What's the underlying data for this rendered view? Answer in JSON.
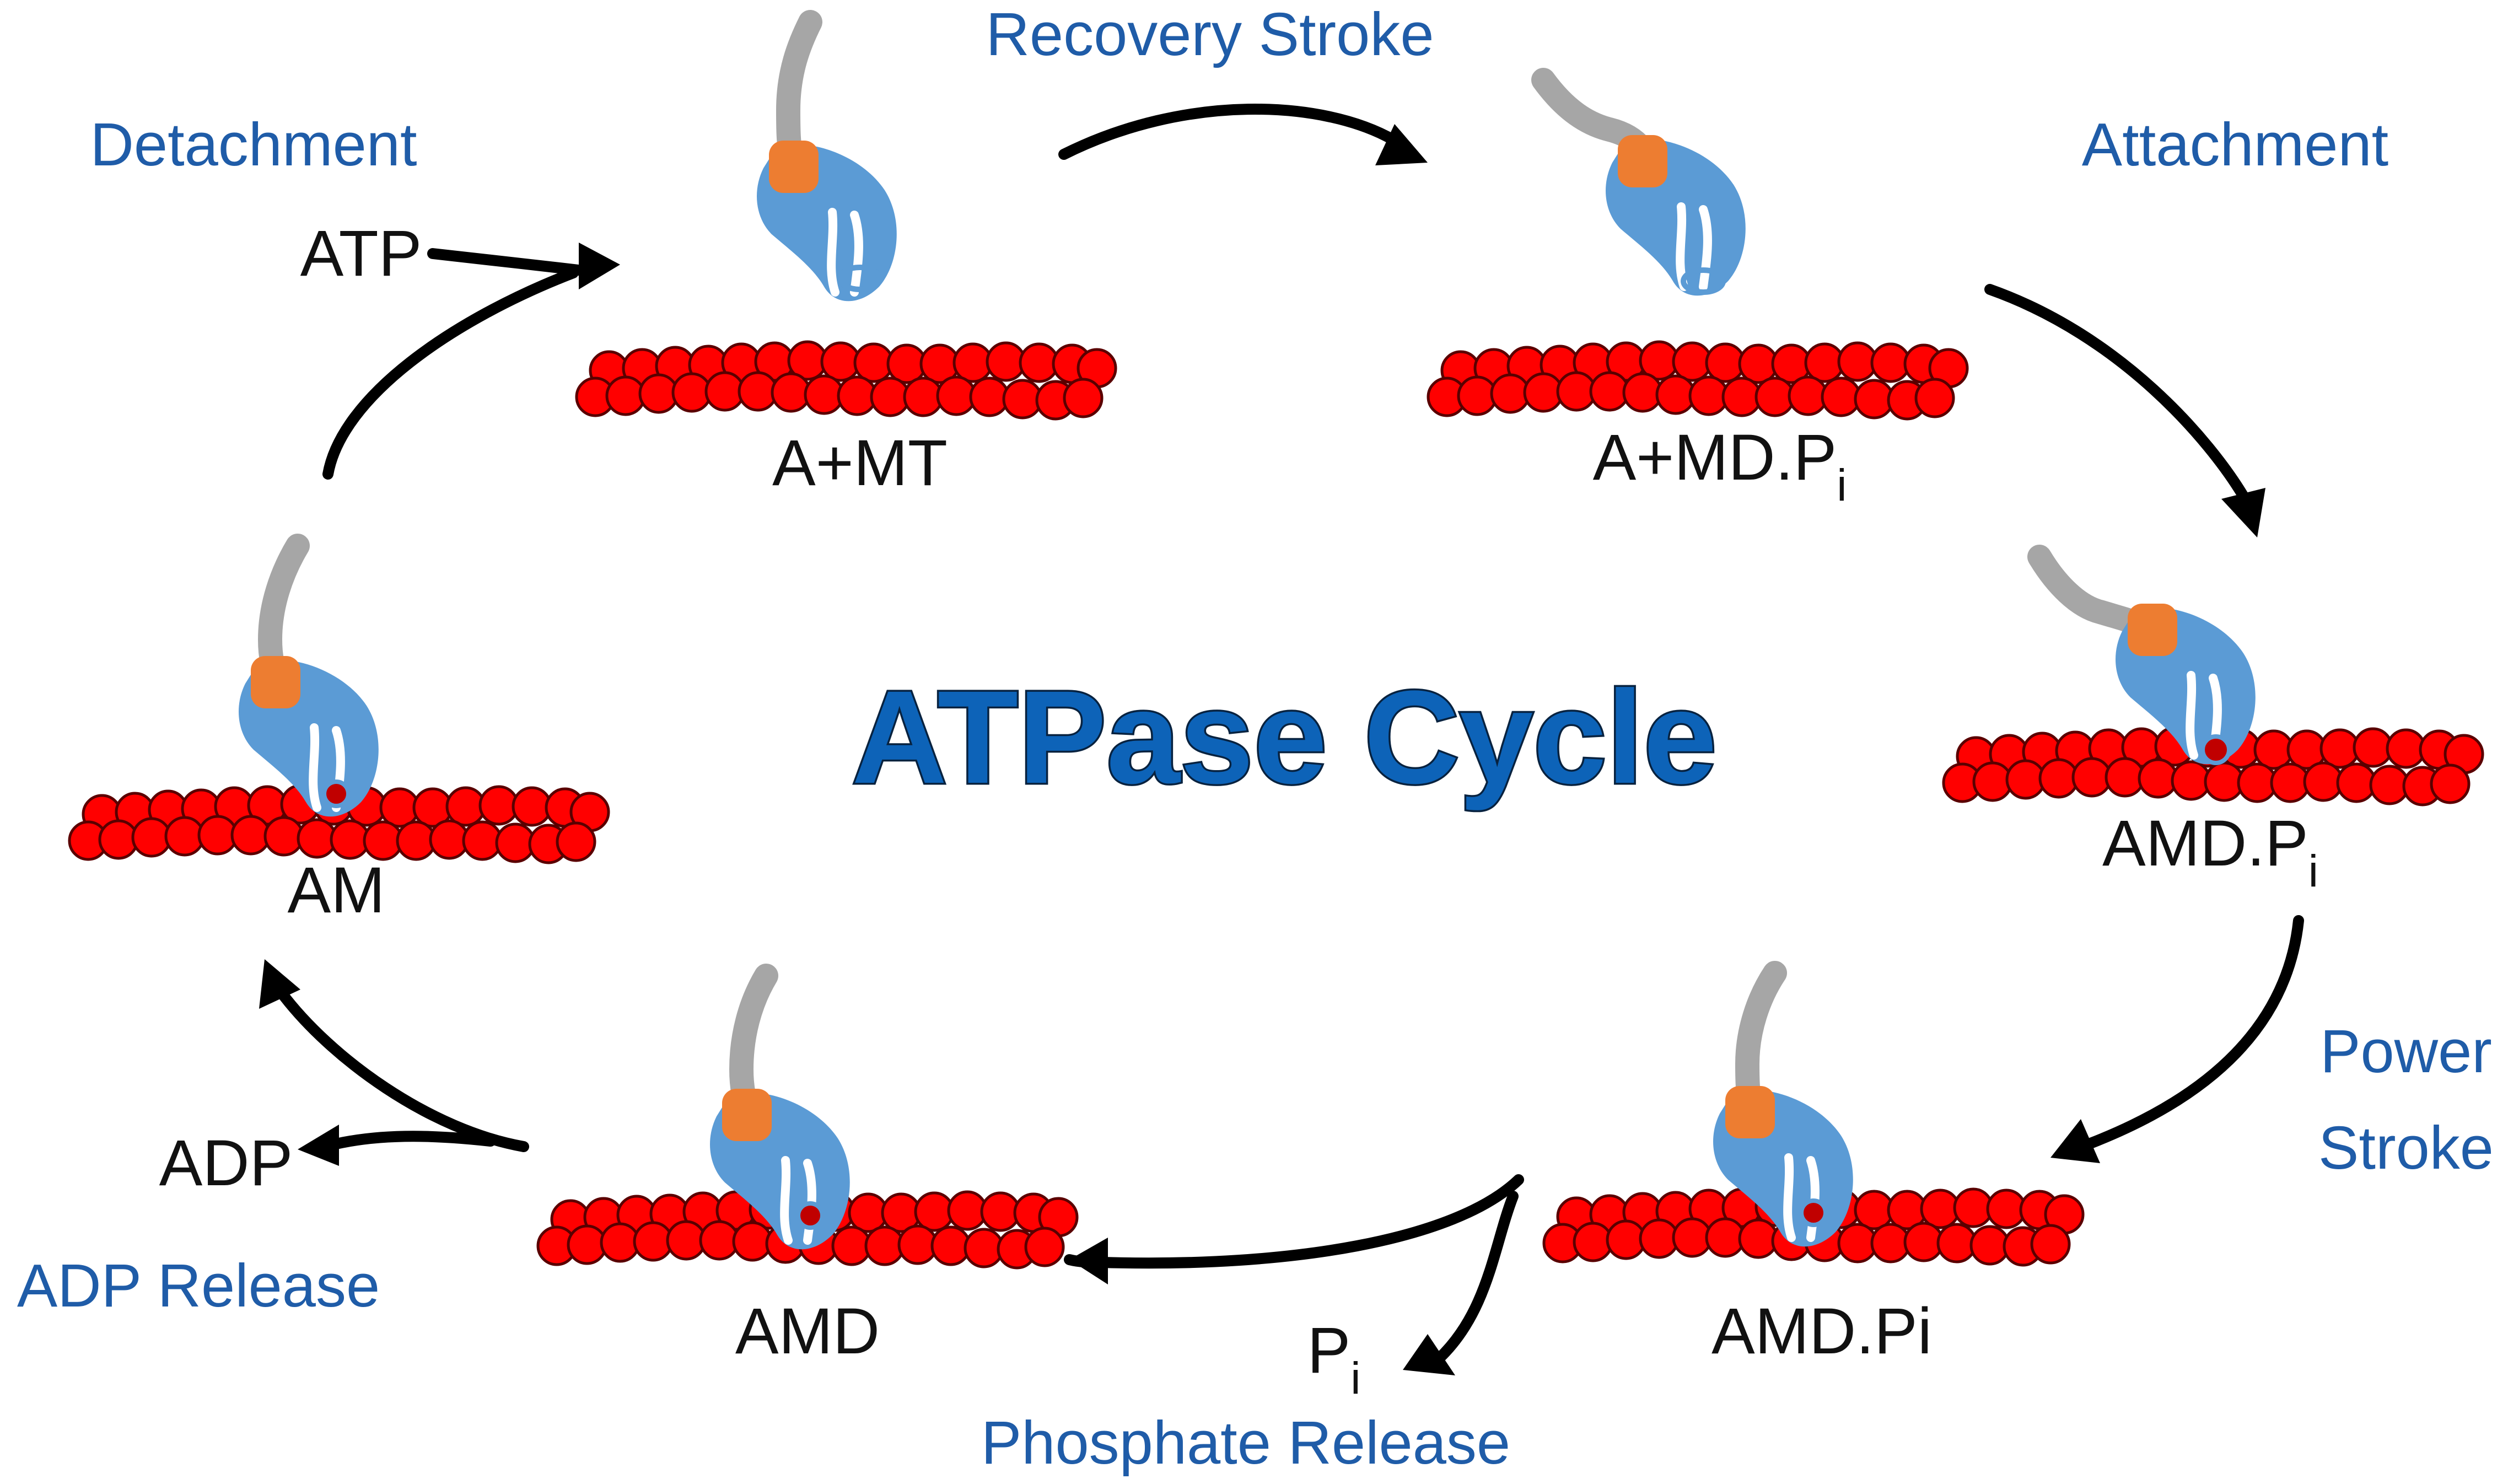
{
  "title": "ATPase Cycle",
  "steps": {
    "recovery_stroke": "Recovery Stroke",
    "attachment": "Attachment",
    "power_stroke_line1": "Power",
    "power_stroke_line2": "Stroke",
    "phosphate_release": "Phosphate Release",
    "adp_release": "ADP Release",
    "detachment": "Detachment"
  },
  "states": {
    "a_mt": "A+MT",
    "a_md_pi_main": "A+MD.P",
    "a_md_pi_sub": "i",
    "amd_pi_main": "AMD.P",
    "amd_pi_sub": "i",
    "amd_pi_plain": "AMD.Pi",
    "amd": "AMD",
    "am": "AM"
  },
  "ligands": {
    "atp": "ATP",
    "adp": "ADP",
    "pi_main": "P",
    "pi_sub": "i"
  },
  "colors": {
    "title": "#0d63b8",
    "step_labels": "#1f5ca8",
    "actin": "#ff0000",
    "myosin_motor": "#5b9bd5",
    "converter": "#ed7d31",
    "lever_arm": "#a6a6a6"
  }
}
